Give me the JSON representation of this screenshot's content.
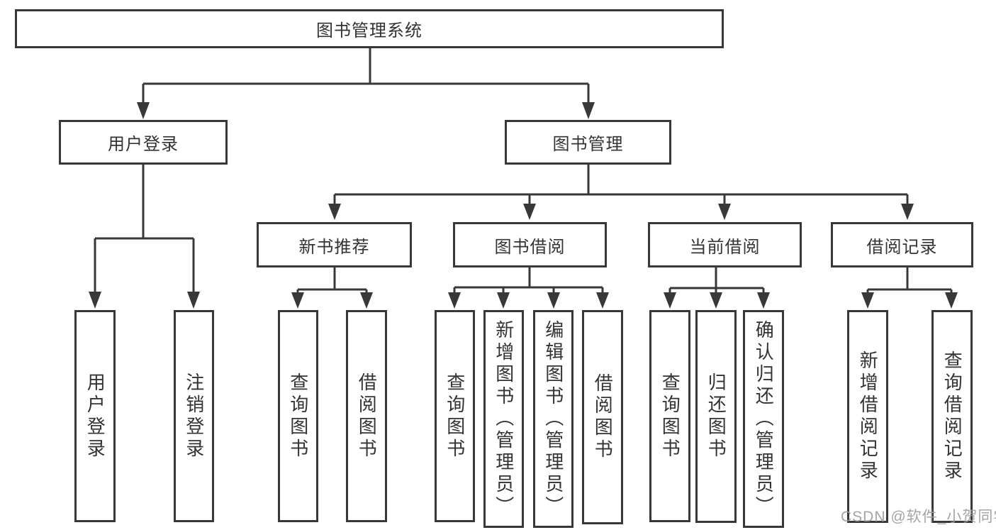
{
  "nodes": {
    "root": {
      "label": "图书管理系统"
    },
    "level2": [
      {
        "label": "用户登录"
      },
      {
        "label": "图书管理"
      }
    ],
    "level3": [
      {
        "label": "新书推荐"
      },
      {
        "label": "图书借阅"
      },
      {
        "label": "当前借阅"
      },
      {
        "label": "借阅记录"
      }
    ],
    "leaves": [
      {
        "label": "用户登录"
      },
      {
        "label": "注销登录"
      },
      {
        "label": "查询图书"
      },
      {
        "label": "借阅图书"
      },
      {
        "label": "查询图书"
      },
      {
        "label": "新增图书（管理员）"
      },
      {
        "label": "编辑图书（管理员）"
      },
      {
        "label": "借阅图书"
      },
      {
        "label": "查询图书"
      },
      {
        "label": "归还图书"
      },
      {
        "label": "确认归还（管理员）"
      },
      {
        "label": "新增借阅记录"
      },
      {
        "label": "查询借阅记录"
      }
    ]
  },
  "watermark": {
    "text": "CSDN @软件_小贺同学"
  },
  "colors": {
    "line": "#383838",
    "text": "#333333",
    "watermark": "#9b9b9b",
    "background": "#ffffff"
  }
}
